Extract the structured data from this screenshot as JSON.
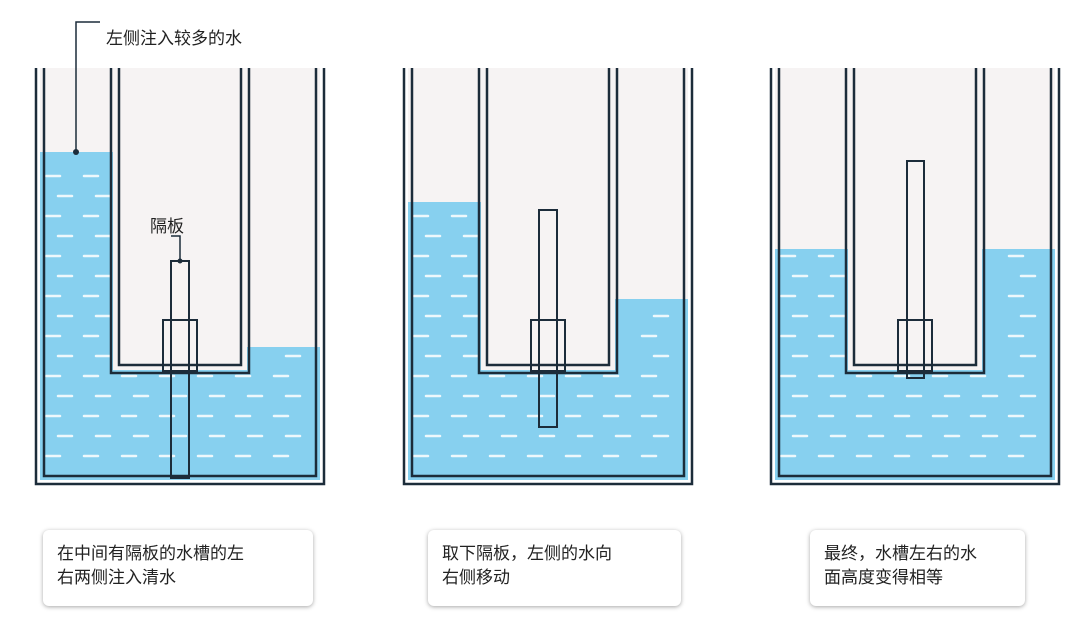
{
  "labels": {
    "left_more_water": "左侧注入较多的水",
    "partition": "隔板"
  },
  "captions": [
    {
      "line1": "在中间有隔板的水槽的左",
      "line2": "右两侧注入清水"
    },
    {
      "line1": "取下隔板，左侧的水向",
      "line2": "右侧移动"
    },
    {
      "line1": "最终，水槽左右的水",
      "line2": "面高度变得相等"
    }
  ],
  "colors": {
    "water": "#87d0ef",
    "interior": "#f6f3f3",
    "outline": "#1c2c3a",
    "wave": "#ffffff"
  }
}
